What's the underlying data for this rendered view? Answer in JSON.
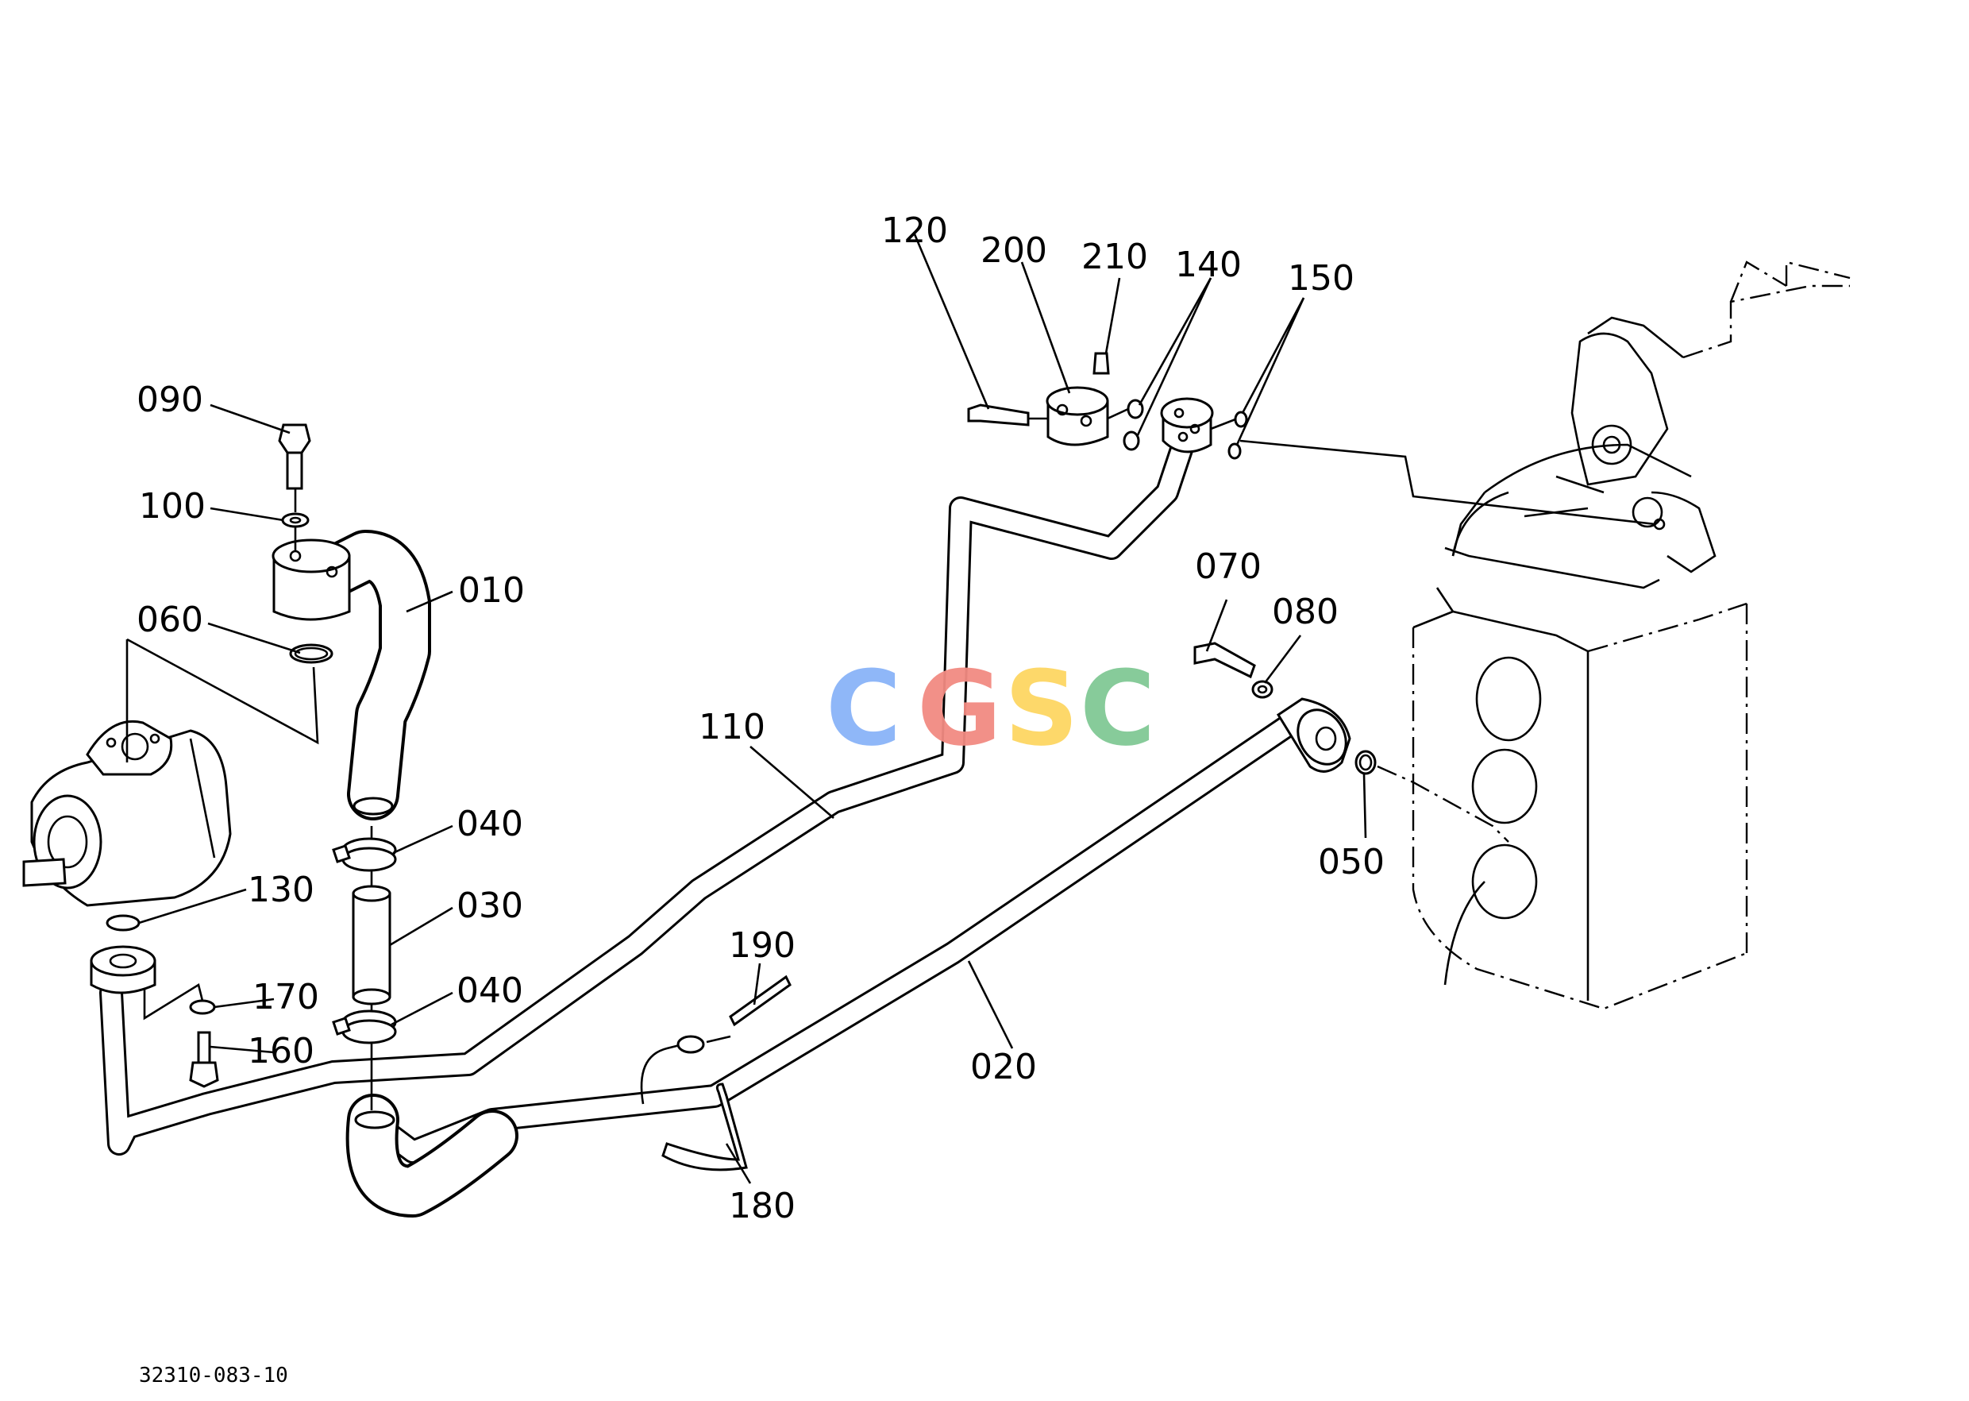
{
  "callouts": {
    "c120": "120",
    "c200": "200",
    "c210": "210",
    "c140": "140",
    "c150": "150",
    "c090": "090",
    "c100": "100",
    "c010": "010",
    "c060": "060",
    "c070": "070",
    "c080": "080",
    "c110": "110",
    "c040a": "040",
    "c030": "030",
    "c040b": "040",
    "c130": "130",
    "c170": "170",
    "c160": "160",
    "c050": "050",
    "c190": "190",
    "c020": "020",
    "c180": "180"
  },
  "drawing_code": "32310-083-10",
  "watermark": {
    "letters": [
      "C",
      "G",
      "S",
      "C"
    ],
    "colors": [
      "#8ab4f8",
      "#f28b82",
      "#fdd663",
      "#81c995"
    ]
  }
}
